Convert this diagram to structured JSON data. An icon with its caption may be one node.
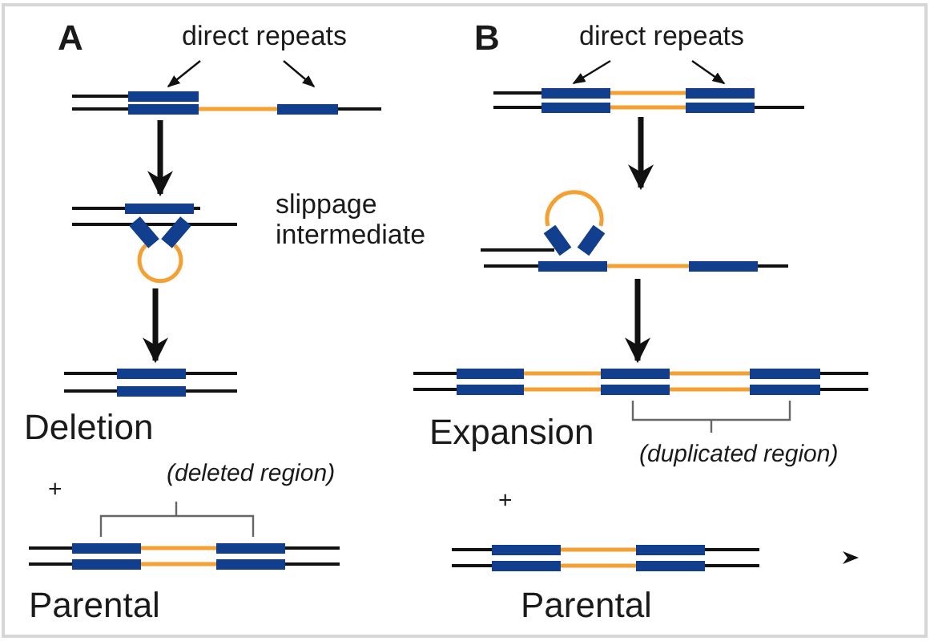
{
  "diagram": {
    "nodes": [
      {
        "text": [
          "direct repeats"
        ]
      },
      {
        "text": [],
        "shape": "picture"
      },
      {
        "text": [],
        "shape": "picture",
        "beside": [
          "slippage intermediate"
        ]
      },
      {
        "text": [],
        "shape": "picture",
        "beside": [
          "Deletion"
        ]
      },
      {
        "text": [],
        "shape": "picture",
        "beside": [
          "Parental"
        ]
      },
      {
        "text": [
          "direct repeats"
        ]
      },
      {
        "text": [],
        "shape": "picture"
      },
      {
        "text": [],
        "shape": "picture"
      },
      {
        "text": [],
        "shape": "picture",
        "beside": [
          "Expansion"
        ]
      },
      {
        "text": [],
        "shape": "picture",
        "beside": [
          "Parental"
        ]
      }
    ],
    "edges": [
      {
        "from": 0,
        "to": 1,
        "arrow": "to"
      },
      {
        "from": 0,
        "to": 1,
        "arrow": "to"
      },
      {
        "from": 1,
        "to": 2,
        "arrow": "to",
        "style": "thick"
      },
      {
        "from": 2,
        "to": 3,
        "arrow": "to",
        "style": "thick"
      },
      {
        "from": 5,
        "to": 6,
        "arrow": "to"
      },
      {
        "from": 5,
        "to": 6,
        "arrow": "to"
      },
      {
        "from": 6,
        "to": 7,
        "arrow": "to",
        "style": "thick"
      },
      {
        "from": 7,
        "to": 8,
        "arrow": "to",
        "style": "thick"
      }
    ],
    "labels": [
      "A",
      "B",
      "(deleted region)",
      "+",
      "(duplicated region)",
      "+"
    ]
  }
}
